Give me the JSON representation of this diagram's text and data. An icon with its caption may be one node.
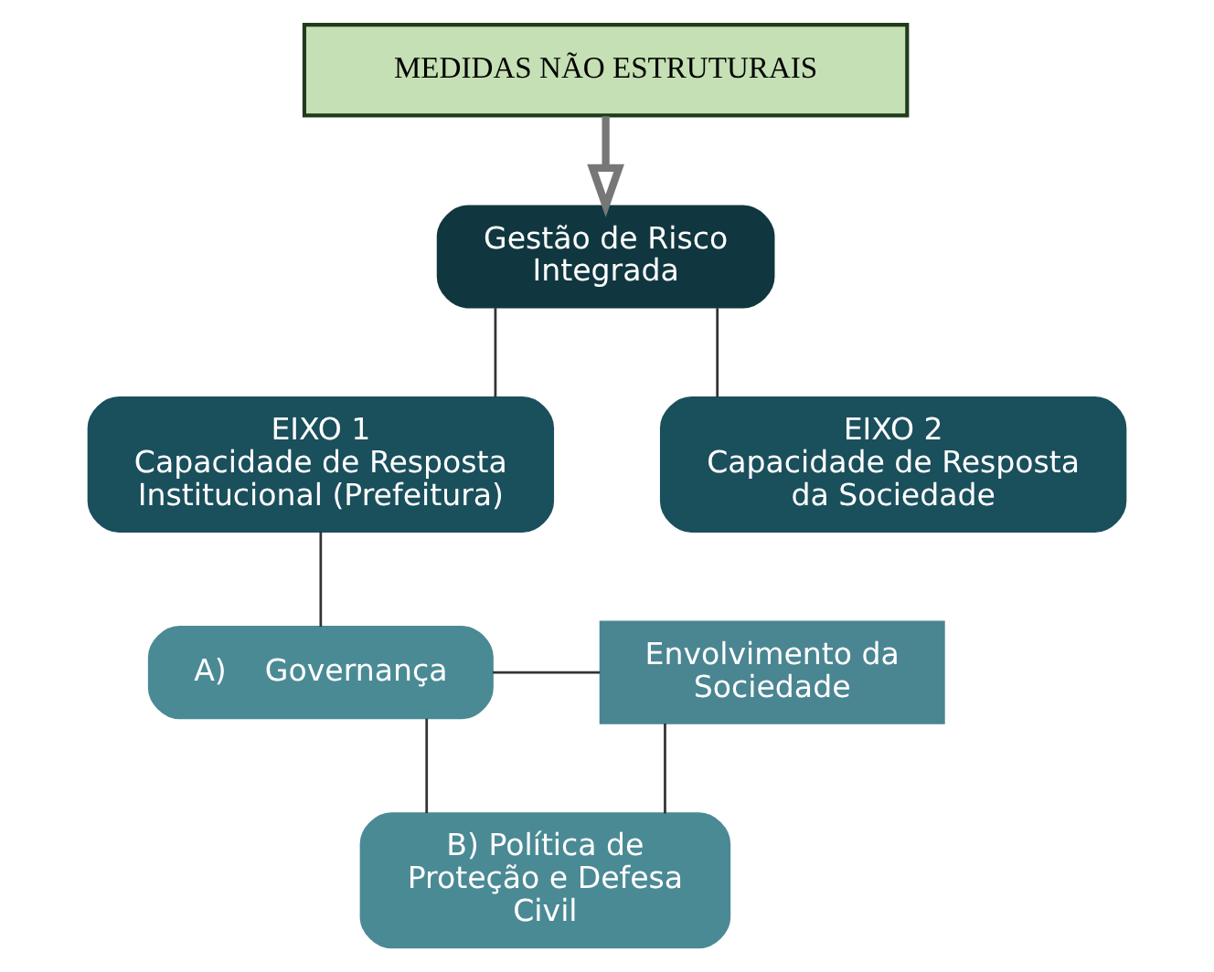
{
  "diagram": {
    "nodes": [
      {
        "text": [
          "MEDIDAS NÃO ESTRUTURAIS"
        ]
      },
      {
        "text": [
          "Gestão de Risco Integrada"
        ]
      },
      {
        "text": [
          "EIXO 1",
          "Capacidade de Resposta Institucional (Prefeitura)"
        ]
      },
      {
        "text": [
          "EIXO 2",
          "Capacidade de Resposta da Sociedade"
        ]
      },
      {
        "text": [
          "A)    Governança"
        ]
      },
      {
        "text": [
          "B) Política de Proteção e Defesa Civil"
        ]
      },
      {
        "text": [
          "Envolvimento da Sociedade"
        ]
      }
    ],
    "edges": [
      {
        "from": 0,
        "to": 1,
        "arrow": "to",
        "style": "thick"
      },
      {
        "from": 1,
        "to": 2,
        "arrow": "none"
      },
      {
        "from": 1,
        "to": 3,
        "arrow": "none"
      },
      {
        "from": 2,
        "to": 4,
        "arrow": "none"
      },
      {
        "from": 4,
        "to": 5,
        "arrow": "none"
      },
      {
        "from": 4,
        "to": 6,
        "arrow": "none"
      },
      {
        "from": 5,
        "to": 6,
        "arrow": "none"
      }
    ]
  }
}
